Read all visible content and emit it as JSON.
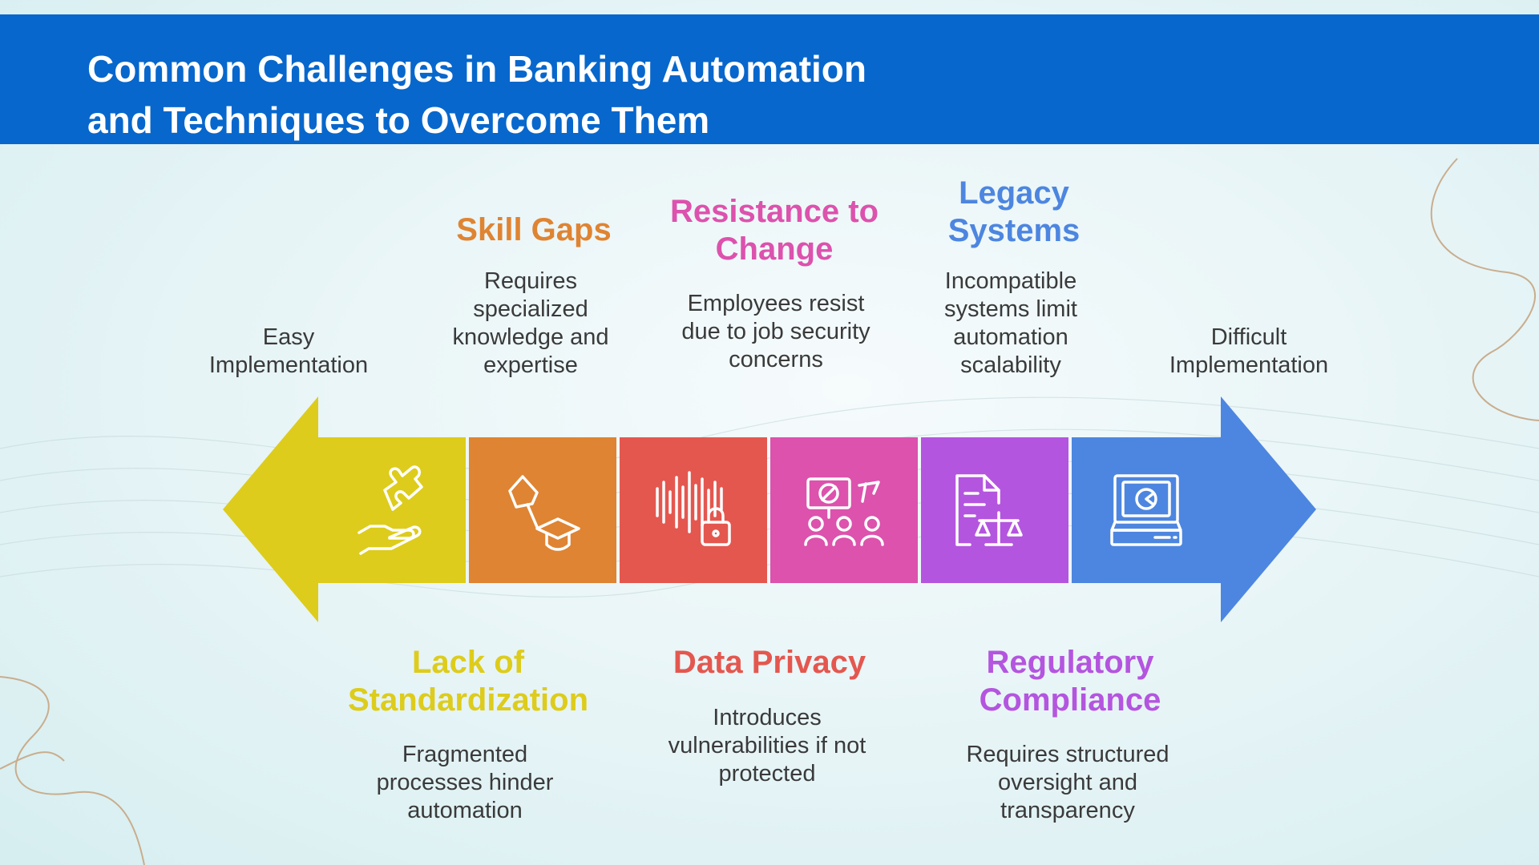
{
  "title": {
    "line1": "Common Challenges in Banking Automation",
    "line2": "and Techniques to Overcome Them"
  },
  "ends": {
    "left": {
      "line1": "Easy",
      "line2": "Implementation"
    },
    "right": {
      "line1": "Difficult",
      "line2": "Implementation"
    }
  },
  "colors": {
    "header": "#0767cc",
    "yellow": "#ddcc1b",
    "orange": "#df8432",
    "red": "#e4574f",
    "pink": "#dc52ad",
    "purple": "#b455df",
    "blue": "#4d86e0"
  },
  "segments": [
    {
      "icon": "hand-puzzle-icon",
      "color": "#ddcc1b"
    },
    {
      "icon": "pointer-graduation-cap-icon",
      "color": "#df8432"
    },
    {
      "icon": "soundwave-lock-icon",
      "color": "#e4574f"
    },
    {
      "icon": "protest-sign-people-icon",
      "color": "#dc52ad"
    },
    {
      "icon": "document-scales-icon",
      "color": "#b455df"
    },
    {
      "icon": "legacy-computer-icon",
      "color": "#4d86e0"
    }
  ],
  "challenges": {
    "lack_of_standardization": {
      "heading": [
        "Lack of",
        "Standardization"
      ],
      "desc": [
        "Fragmented",
        "processes hinder",
        "automation"
      ]
    },
    "skill_gaps": {
      "heading": [
        "Skill Gaps"
      ],
      "desc": [
        "Requires",
        "specialized",
        "knowledge and",
        "expertise"
      ]
    },
    "data_privacy": {
      "heading": [
        "Data Privacy"
      ],
      "desc": [
        "Introduces",
        "vulnerabilities if not",
        "protected"
      ]
    },
    "resistance_to_change": {
      "heading": [
        "Resistance to",
        "Change"
      ],
      "desc": [
        "Employees resist",
        "due to job security",
        "concerns"
      ]
    },
    "regulatory_compliance": {
      "heading": [
        "Regulatory",
        "Compliance"
      ],
      "desc": [
        "Requires structured",
        "oversight and",
        "transparency"
      ]
    },
    "legacy_systems": {
      "heading": [
        "Legacy",
        "Systems"
      ],
      "desc": [
        "Incompatible",
        "systems limit",
        "automation",
        "scalability"
      ]
    }
  }
}
